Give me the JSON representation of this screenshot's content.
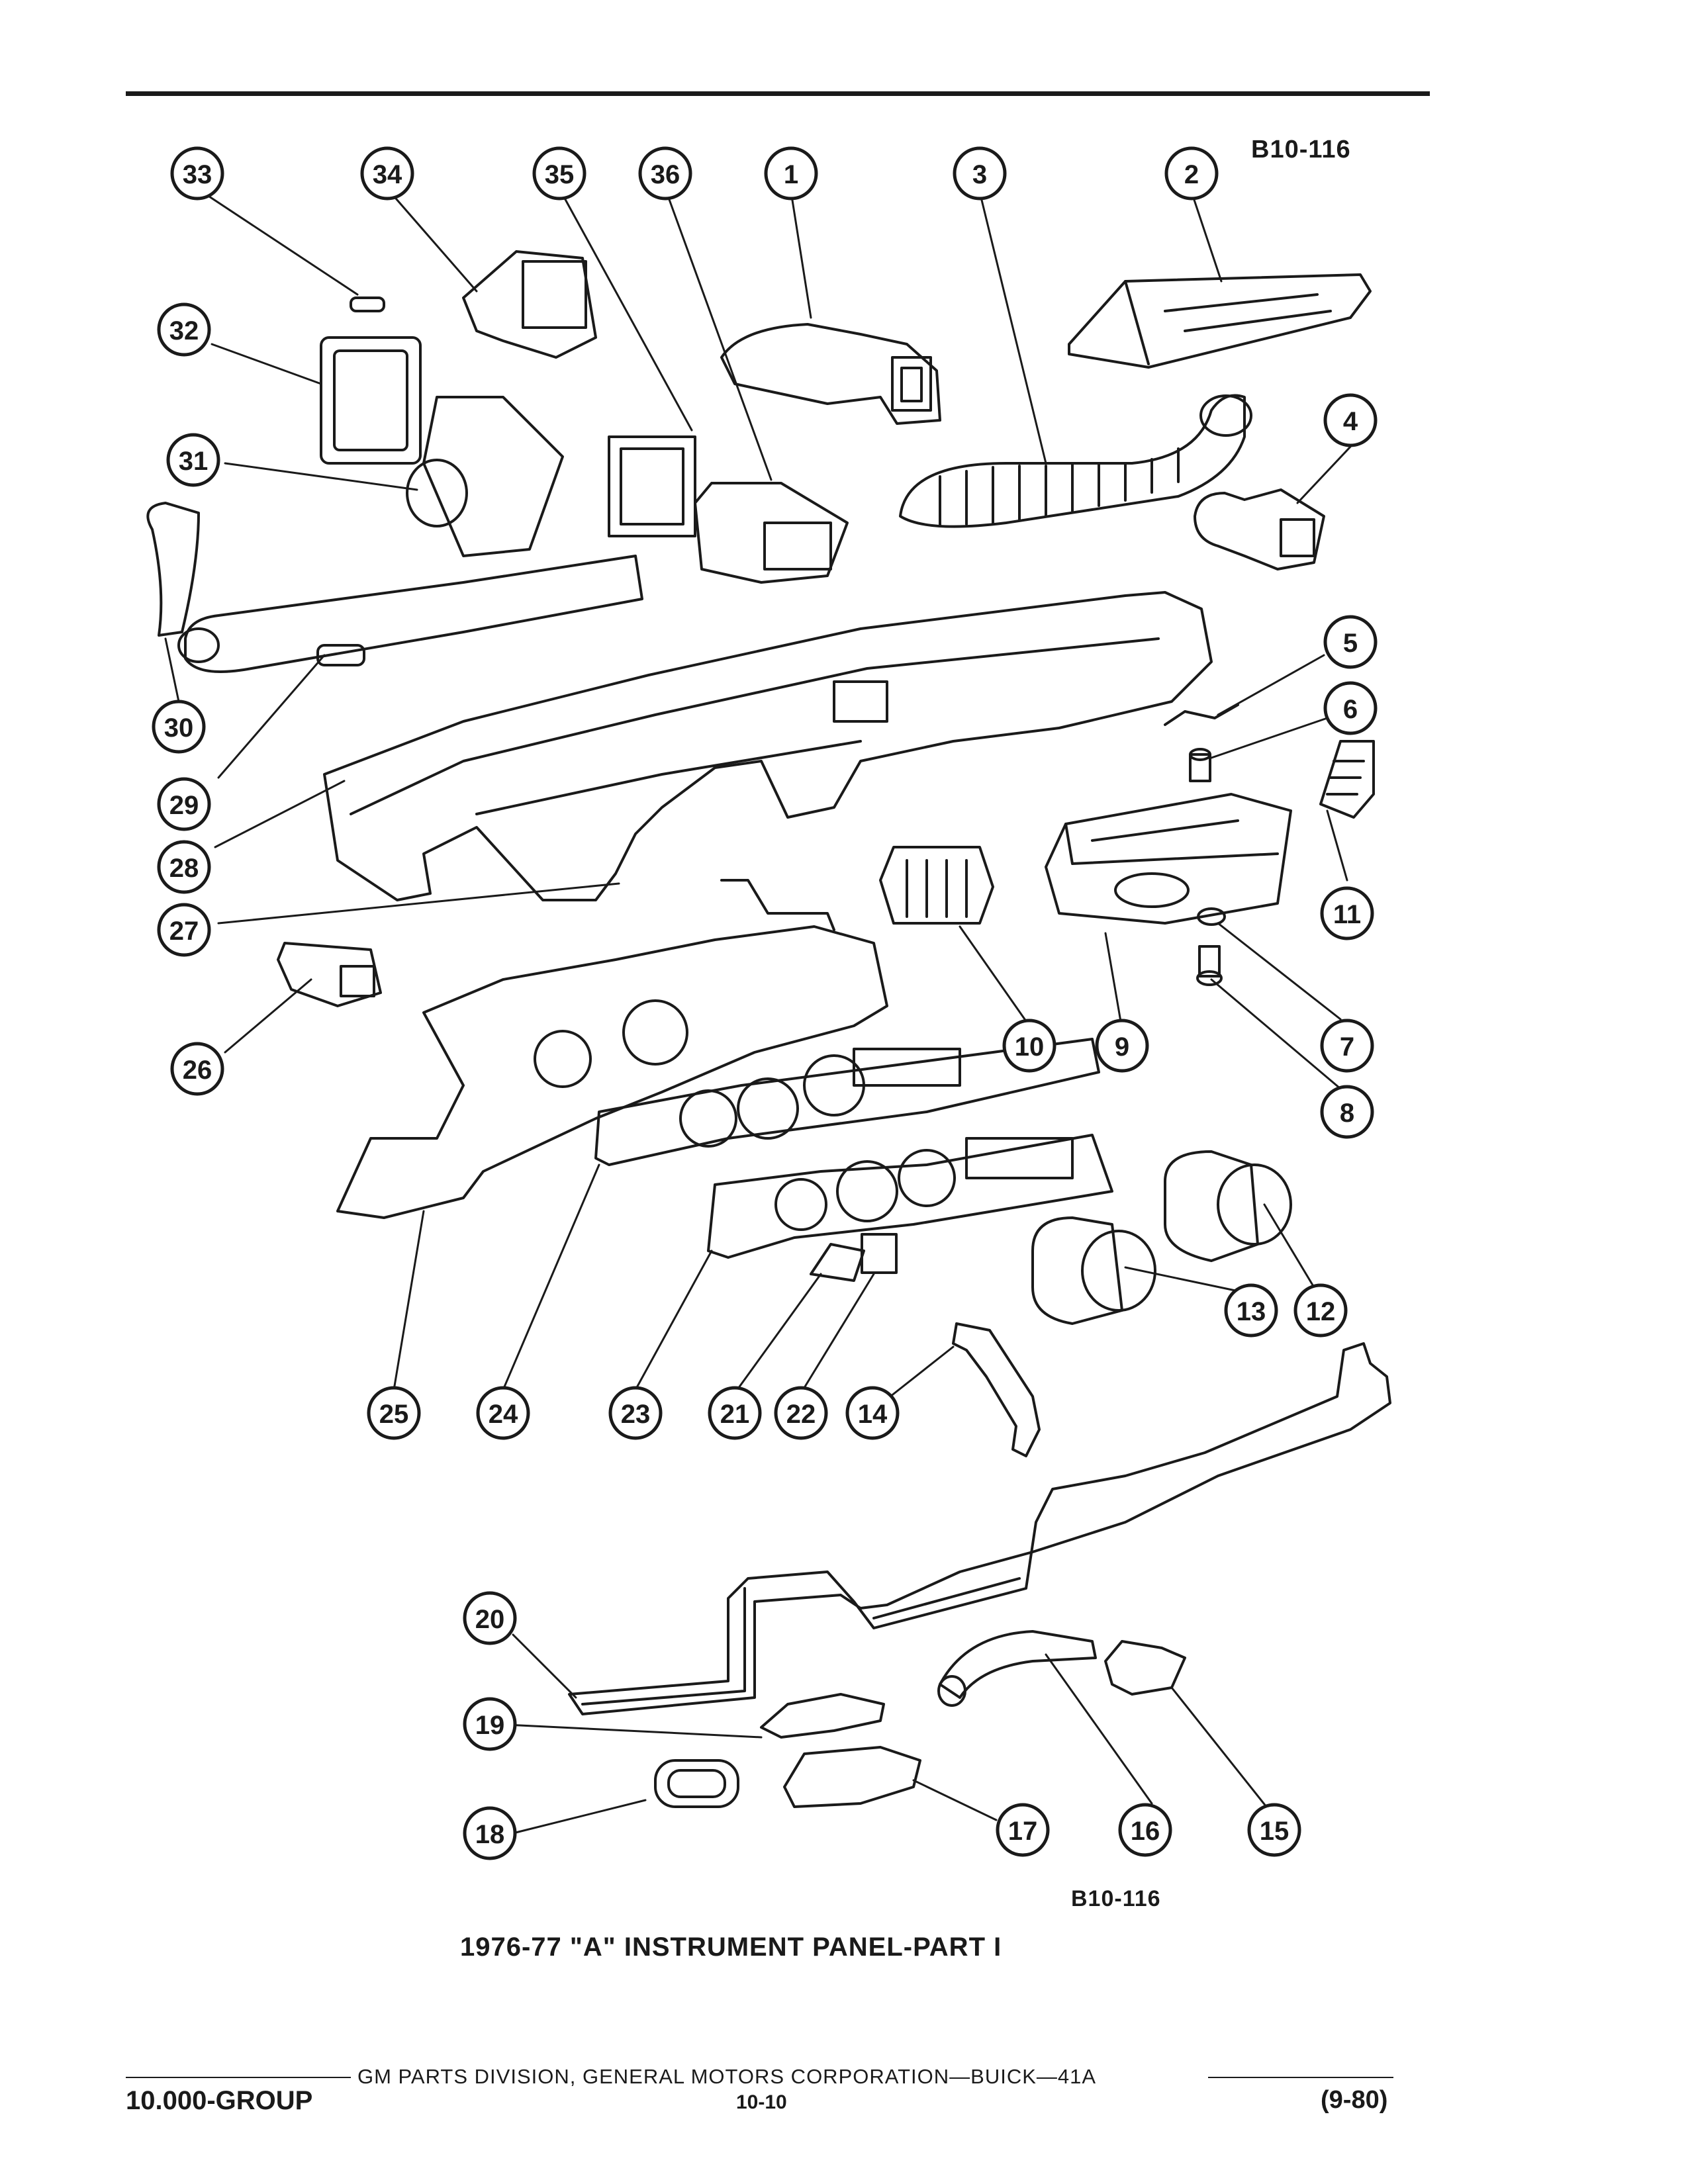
{
  "figure": {
    "code_top": "B10-116",
    "code_bottom": "B10-116",
    "caption": "1976-77 \"A\" INSTRUMENT PANEL-PART I"
  },
  "callouts": [
    "1",
    "2",
    "3",
    "4",
    "5",
    "6",
    "7",
    "8",
    "9",
    "10",
    "11",
    "12",
    "13",
    "14",
    "15",
    "16",
    "17",
    "18",
    "19",
    "20",
    "21",
    "22",
    "23",
    "24",
    "25",
    "26",
    "27",
    "28",
    "29",
    "30",
    "31",
    "32",
    "33",
    "34",
    "35",
    "36"
  ],
  "footer": {
    "publisher": "GM PARTS DIVISION, GENERAL MOTORS CORPORATION—BUICK—41A",
    "group": "10.000-GROUP",
    "page": "10-10",
    "revision": "(9-80)"
  },
  "colors": {
    "ink": "#1a1a1a",
    "paper": "#ffffff"
  }
}
